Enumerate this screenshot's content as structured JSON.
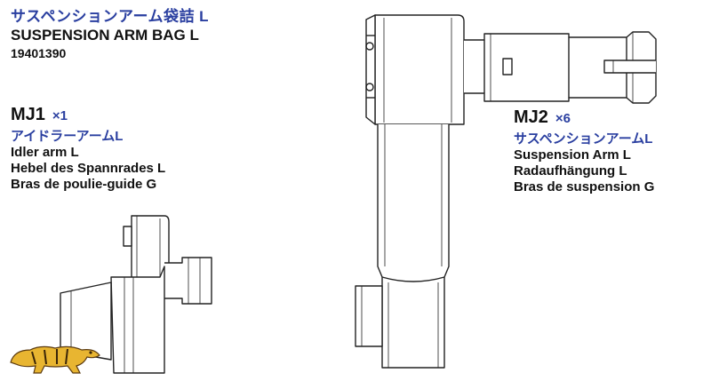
{
  "header": {
    "title_jp": "サスペンションアーム袋詰 L",
    "title_en": "SUSPENSION ARM BAG L",
    "part_number": "19401390"
  },
  "parts": [
    {
      "code": "MJ1",
      "qty": "×1",
      "name_jp": "アイドラーアームL",
      "name_en": "Idler arm L",
      "name_de": "Hebel des Spannrades L",
      "name_fr": "Bras de poulie-guide G"
    },
    {
      "code": "MJ2",
      "qty": "×6",
      "name_jp": "サスペンションアームL",
      "name_en": "Suspension Arm L",
      "name_de": "Radaufhängung L",
      "name_fr": "Bras de suspension G"
    }
  ],
  "colors": {
    "accent_blue": "#2a3fa0",
    "line": "#222222",
    "logo_yellow": "#e8b531"
  },
  "icons": {
    "logo": "tiger-logo"
  }
}
